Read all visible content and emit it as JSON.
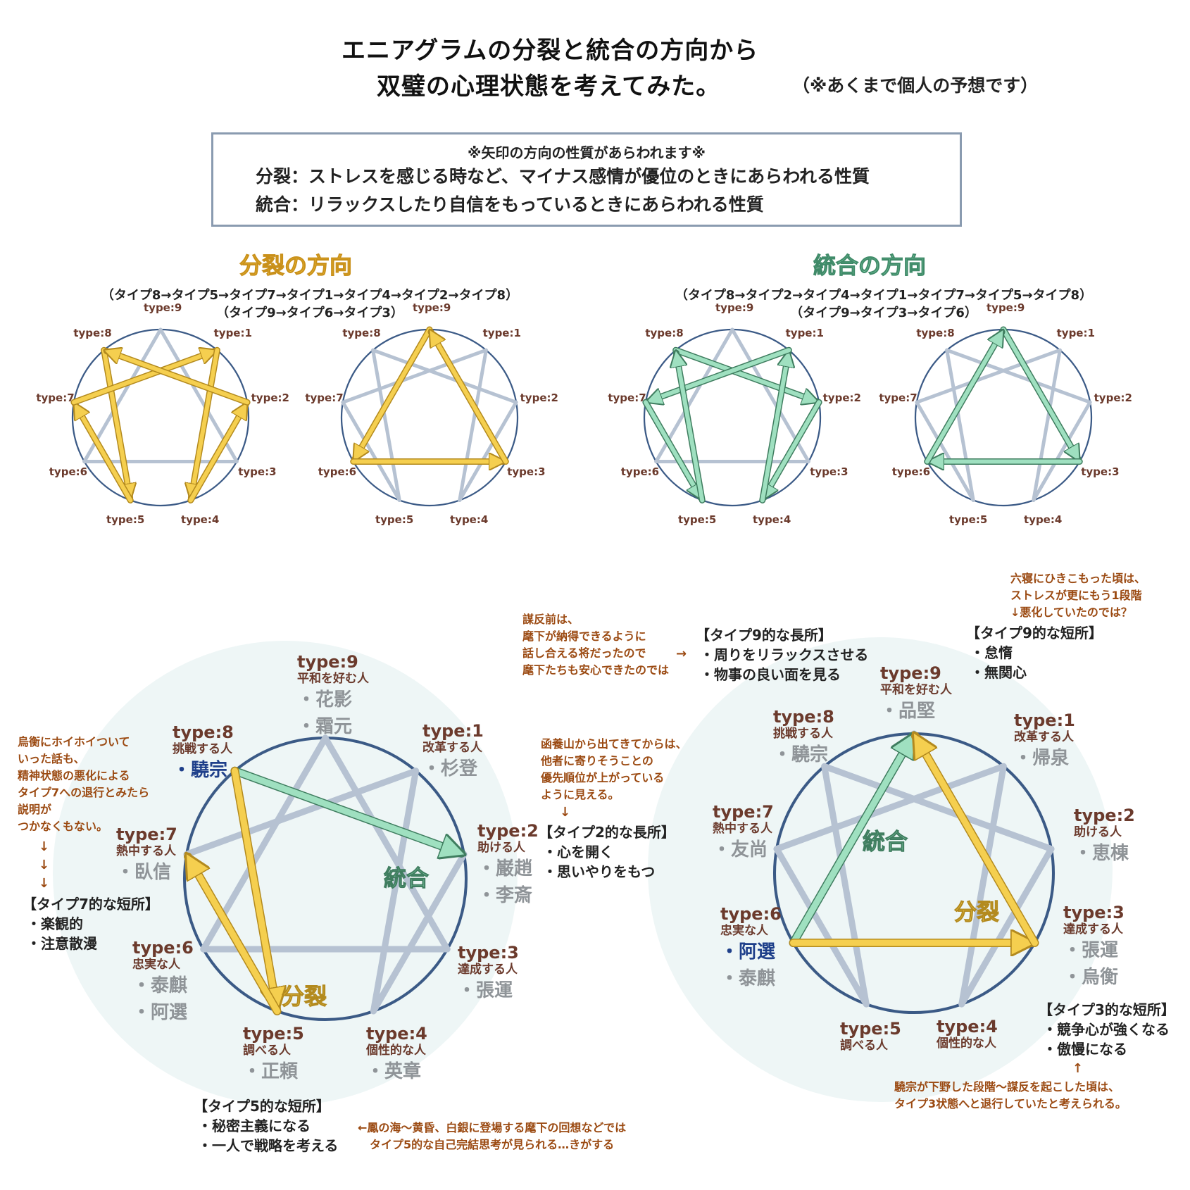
{
  "header": {
    "title_line1": "エニアグラムの分裂と統合の方向から",
    "title_line2": "双璧の心理状態を考えてみた。",
    "note": "（※あくまで個人の予想です）"
  },
  "legend_box": {
    "heading": "※矢印の方向の性質があらわれます※",
    "line1": "分裂：ストレスを感じる時など、マイナス感情が優位のときにあらわれる性質",
    "line2": "統合：リラックスしたり自信をもっているときにあらわれる性質"
  },
  "disintegration": {
    "title": "分裂の方向",
    "seq1": "（タイプ8→タイプ5→タイプ7→タイプ1→タイプ4→タイプ2→タイプ8）",
    "seq2": "（タイプ9→タイプ6→タイプ3）",
    "color": "#f5cf4f"
  },
  "integration": {
    "title": "統合の方向",
    "seq1": "（タイプ8→タイプ2→タイプ4→タイプ1→タイプ7→タイプ5→タイプ8）",
    "seq2": "（タイプ9→タイプ3→タイプ6）",
    "color": "#9fe0c0"
  },
  "type_labels": {
    "t1": "type:1",
    "t2": "type:2",
    "t3": "type:3",
    "t4": "type:4",
    "t5": "type:5",
    "t6": "type:6",
    "t7": "type:7",
    "t8": "type:8",
    "t9": "type:9"
  },
  "left_big": {
    "types": {
      "t9": {
        "type": "type:9",
        "desc": "平和を好む人",
        "chars": [
          "花影",
          "霜元"
        ]
      },
      "t1": {
        "type": "type:1",
        "desc": "改革する人",
        "chars": [
          "杉登"
        ]
      },
      "t2": {
        "type": "type:2",
        "desc": "助ける人",
        "chars": [
          "巌趙",
          "李斎"
        ]
      },
      "t3": {
        "type": "type:3",
        "desc": "達成する人",
        "chars": [
          "張運"
        ]
      },
      "t4": {
        "type": "type:4",
        "desc": "個性的な人",
        "chars": [
          "英章"
        ]
      },
      "t5": {
        "type": "type:5",
        "desc": "調べる人",
        "chars": [
          "正頼"
        ]
      },
      "t6": {
        "type": "type:6",
        "desc": "忠実な人",
        "chars": [
          "泰麒",
          "阿選"
        ]
      },
      "t7": {
        "type": "type:7",
        "desc": "熱中する人",
        "chars": [
          "臥信"
        ]
      },
      "t8": {
        "type": "type:8",
        "desc": "挑戦する人",
        "highlight": "驍宗"
      }
    },
    "integration_label": "統合",
    "disintegration_label": "分裂",
    "ann_t8": [
      "烏衡にホイホイついて",
      "いった話も、",
      "精神状態の悪化による",
      "タイプ7への退行とみたら",
      "説明が",
      "つかなくもない。"
    ],
    "ann_t2": [
      "函養山から出てきてからは、",
      "他者に寄りそうことの",
      "優先順位が上がっている",
      "ように見える。"
    ],
    "ann_t5": "←鳳の海～黄昏、白銀に登場する麾下の回想などでは",
    "ann_t5b": "タイプ5的な自己完結思考が見られる…きがする",
    "box_t7": {
      "head": "【タイプ7的な短所】",
      "items": [
        "楽観的",
        "注意散漫"
      ]
    },
    "box_t2": {
      "head": "【タイプ2的な長所】",
      "items": [
        "心を開く",
        "思いやりをもつ"
      ]
    },
    "box_t5": {
      "head": "【タイプ5的な短所】",
      "items": [
        "秘密主義になる",
        "一人で戦略を考える"
      ]
    }
  },
  "right_big": {
    "types": {
      "t9": {
        "type": "type:9",
        "desc": "平和を好む人",
        "chars": [
          "品堅"
        ]
      },
      "t1": {
        "type": "type:1",
        "desc": "改革する人",
        "chars": [
          "帰泉"
        ]
      },
      "t2": {
        "type": "type:2",
        "desc": "助ける人",
        "chars": [
          "恵棟"
        ]
      },
      "t3": {
        "type": "type:3",
        "desc": "達成する人",
        "chars": [
          "張運",
          "烏衡"
        ]
      },
      "t4": {
        "type": "type:4",
        "desc": "個性的な人"
      },
      "t5": {
        "type": "type:5",
        "desc": "調べる人"
      },
      "t6": {
        "type": "type:6",
        "desc": "忠実な人",
        "highlight": "阿選",
        "chars": [
          "泰麒"
        ]
      },
      "t7": {
        "type": "type:7",
        "desc": "熱中する人",
        "chars": [
          "友尚"
        ]
      },
      "t8": {
        "type": "type:8",
        "desc": "挑戦する人",
        "chars": [
          "驍宗"
        ]
      }
    },
    "integration_label": "統合",
    "disintegration_label": "分裂",
    "ann_top_left": [
      "謀反前は、",
      "麾下が納得できるように",
      "話し合える将だったので",
      "麾下たちも安心できたのでは"
    ],
    "ann_top_left_arrow": "→",
    "ann_top_right": [
      "六寝にひきこもった頃は、",
      "ストレスが更にもう1段階",
      "悪化していたのでは？"
    ],
    "ann_bottom": [
      "驍宗が下野した段階～謀反を起こした頃は、",
      "タイプ3状態へと退行していたと考えられる。"
    ],
    "box_t9_good": {
      "head": "【タイプ9的な長所】",
      "items": [
        "周りをリラックスさせる",
        "物事の良い面を見る"
      ]
    },
    "box_t9_bad": {
      "head": "【タイプ9的な短所】",
      "items": [
        "怠惰",
        "無関心"
      ]
    },
    "box_t3": {
      "head": "【タイプ3的な短所】",
      "items": [
        "競争心が強くなる",
        "傲慢になる"
      ]
    }
  },
  "arrows": {
    "up": "↑",
    "down": "↓"
  },
  "colors": {
    "accent_yellow": "#f5cf4f",
    "accent_green": "#9fe0c0",
    "circle": "#3b5a86",
    "lines": "#b6c2d2",
    "label_brown": "#6b3a2c",
    "note_orange": "#9b4a12",
    "highlight_blue": "#1e3f8a"
  }
}
